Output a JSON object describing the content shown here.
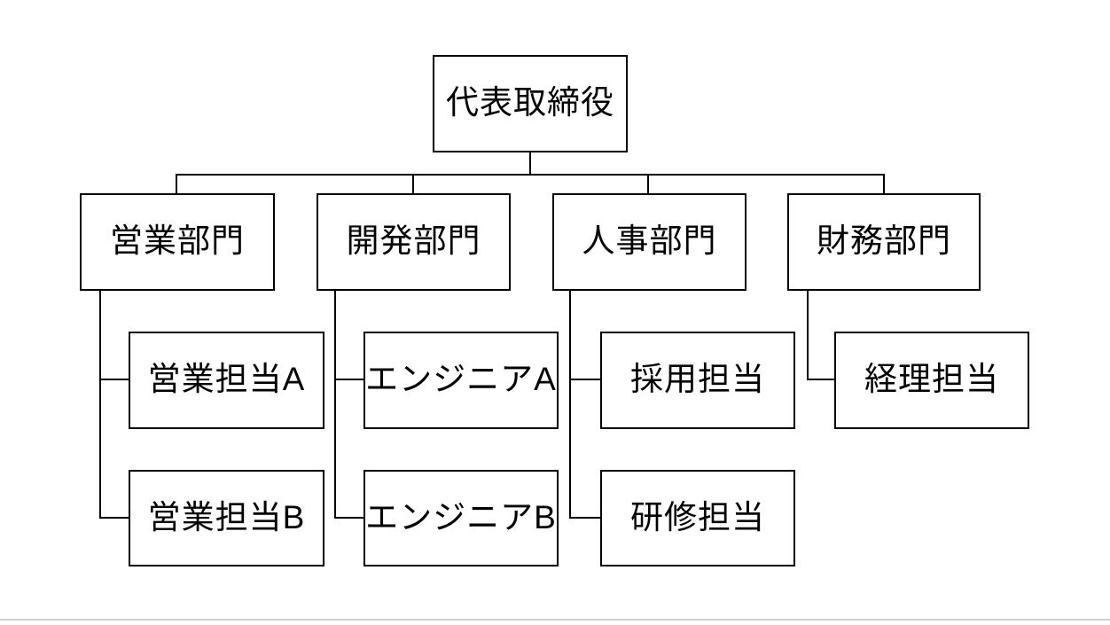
{
  "canvas": {
    "background_color": "#ffffff",
    "node_fill_color": "#ffffff",
    "node_border_color": "#000000",
    "text_color": "#000000",
    "connector_color": "#000000",
    "bottom_divider_color": "#d0d0d0"
  },
  "org_chart": {
    "type": "organization-chart",
    "nodes": {
      "ceo": {
        "label": "代表取締役",
        "level": 1
      },
      "sales": {
        "label": "営業部門",
        "level": 2
      },
      "dev": {
        "label": "開発部門",
        "level": 2
      },
      "hr": {
        "label": "人事部門",
        "level": 2
      },
      "finance": {
        "label": "財務部門",
        "level": 2
      },
      "sales_a": {
        "label": "営業担当A",
        "level": 3
      },
      "sales_b": {
        "label": "営業担当B",
        "level": 3
      },
      "engineer_a": {
        "label": "エンジニアA",
        "level": 3
      },
      "engineer_b": {
        "label": "エンジニアB",
        "level": 3
      },
      "recruit": {
        "label": "採用担当",
        "level": 3
      },
      "training": {
        "label": "研修担当",
        "level": 3
      },
      "accounting": {
        "label": "経理担当",
        "level": 3
      }
    },
    "edges": [
      {
        "from": "ceo",
        "to": "sales"
      },
      {
        "from": "ceo",
        "to": "dev"
      },
      {
        "from": "ceo",
        "to": "hr"
      },
      {
        "from": "ceo",
        "to": "finance"
      },
      {
        "from": "sales",
        "to": "sales_a"
      },
      {
        "from": "sales",
        "to": "sales_b"
      },
      {
        "from": "dev",
        "to": "engineer_a"
      },
      {
        "from": "dev",
        "to": "engineer_b"
      },
      {
        "from": "hr",
        "to": "recruit"
      },
      {
        "from": "hr",
        "to": "training"
      },
      {
        "from": "finance",
        "to": "accounting"
      }
    ]
  }
}
